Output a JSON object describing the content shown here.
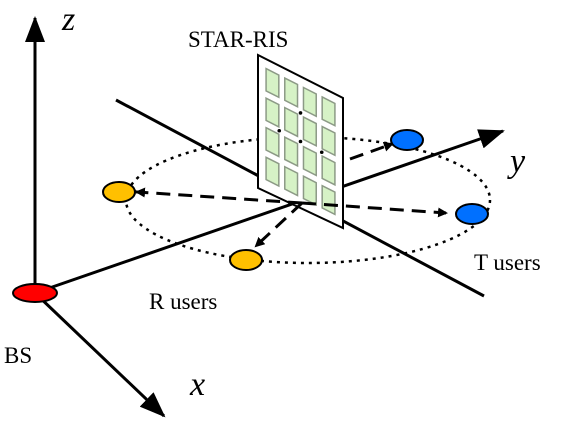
{
  "labels": {
    "star_ris": "STAR-RIS",
    "t_users": "T users",
    "r_users": "R users",
    "bs": "BS",
    "axis_x": "x",
    "axis_y": "y",
    "axis_z": "z"
  },
  "colors": {
    "bs": "#ff0000",
    "r_user": "#ffc000",
    "t_user": "#0070ff",
    "ris_panel": "#ffffff",
    "ris_element_fill": "#d6f2c6",
    "ris_element_stroke": "#8c9a86",
    "line": "#000000"
  },
  "icons": {
    "bs": "base-station-disc",
    "r_user": "user-disc",
    "t_user": "user-disc",
    "ris": "reflecting-surface-panel"
  }
}
